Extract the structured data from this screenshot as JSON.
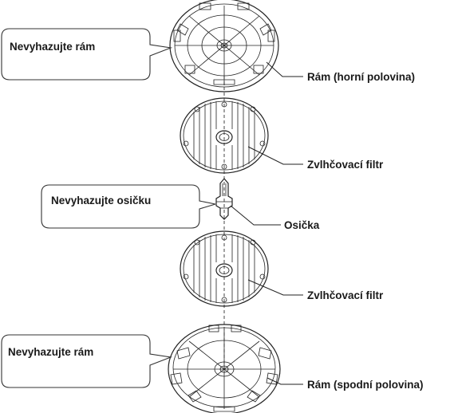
{
  "callouts": {
    "top_frame_note": "Nevyhazujte rám",
    "axle_note": "Nevyhazujte osičku",
    "bottom_frame_note": "Nevyhazujte rám"
  },
  "labels": {
    "frame_top": "Rám (horní polovina)",
    "filter_upper": "Zvlhčovací filtr",
    "axle": "Osička",
    "filter_lower": "Zvlhčovací filtr",
    "frame_bottom": "Rám (spodní polovina)"
  }
}
